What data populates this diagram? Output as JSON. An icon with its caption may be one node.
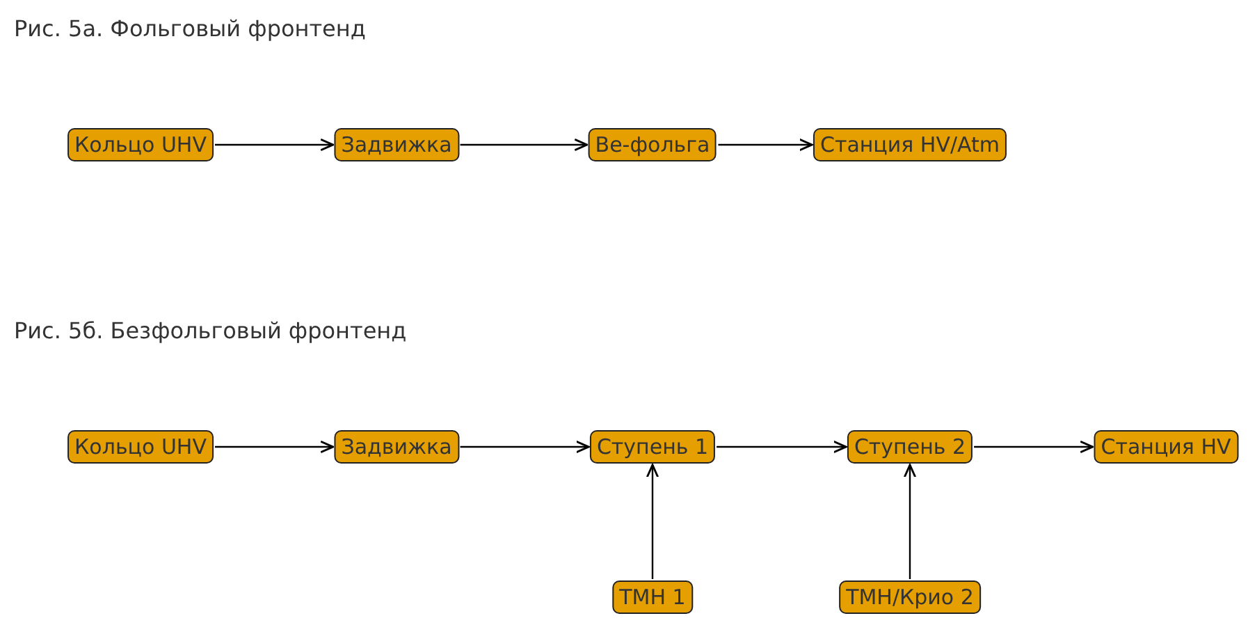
{
  "diagram": {
    "nodes": [
      {
        "text": [
          "Кольцо UHV"
        ]
      },
      {
        "text": [
          "Задвижка"
        ]
      },
      {
        "text": [
          "Be-фольга"
        ]
      },
      {
        "text": [
          "Станция HV/Atm"
        ]
      },
      {
        "text": [
          "Кольцо UHV"
        ]
      },
      {
        "text": [
          "Задвижка"
        ]
      },
      {
        "text": [
          "Ступень 1"
        ]
      },
      {
        "text": [
          "Ступень 2"
        ]
      },
      {
        "text": [
          "Станция HV"
        ]
      },
      {
        "text": [
          "ТМН 1"
        ]
      },
      {
        "text": [
          "ТМН/Крио 2"
        ]
      }
    ],
    "edges": [
      {
        "from": 0,
        "to": 1,
        "arrow": "to"
      },
      {
        "from": 1,
        "to": 2,
        "arrow": "to"
      },
      {
        "from": 2,
        "to": 3,
        "arrow": "to"
      },
      {
        "from": 4,
        "to": 5,
        "arrow": "to"
      },
      {
        "from": 5,
        "to": 6,
        "arrow": "to"
      },
      {
        "from": 6,
        "to": 7,
        "arrow": "to"
      },
      {
        "from": 7,
        "to": 8,
        "arrow": "to"
      },
      {
        "from": 9,
        "to": 6,
        "arrow": "to"
      },
      {
        "from": 10,
        "to": 7,
        "arrow": "to"
      }
    ],
    "labels": [
      "Рис. 5а. Фольговый фронтенд",
      "Рис. 5б. Безфольговый фронтенд"
    ]
  }
}
